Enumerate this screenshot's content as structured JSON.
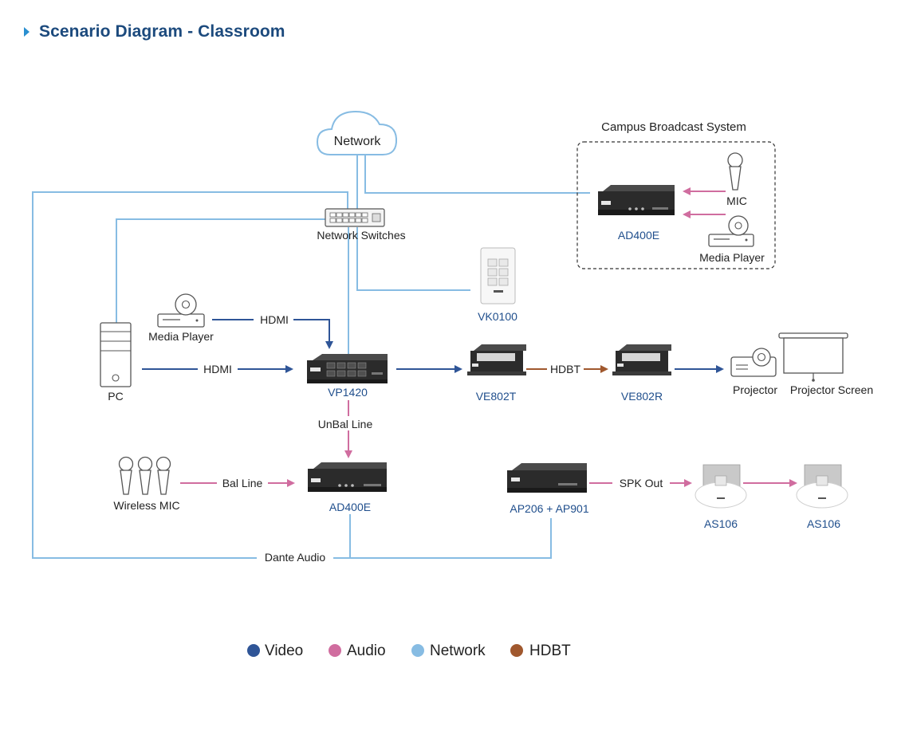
{
  "header": {
    "title": "Scenario Diagram - Classroom"
  },
  "colors": {
    "video": "#2f5597",
    "audio": "#d06d9f",
    "network": "#87bce3",
    "hdbt": "#a0582e",
    "device_label": "#1f4e8c",
    "text": "#222222"
  },
  "nodes": {
    "network_cloud": "Network",
    "network_switches": "Network Switches",
    "campus_box_title": "Campus Broadcast System",
    "campus_mic": "MIC",
    "campus_ad400e": "AD400E",
    "campus_media_player": "Media Player",
    "vk0100": "VK0100",
    "media_player": "Media Player",
    "pc": "PC",
    "vp1420": "VP1420",
    "ve802t": "VE802T",
    "ve802r": "VE802R",
    "projector": "Projector",
    "projector_screen": "Projector Screen",
    "wireless_mic": "Wireless MIC",
    "ad400e": "AD400E",
    "ap206_ap901": "AP206 + AP901",
    "as106_a": "AS106",
    "as106_b": "AS106"
  },
  "connection_labels": {
    "hdmi_media": "HDMI",
    "hdmi_pc": "HDMI",
    "hdbt": "HDBT",
    "unbal_line": "UnBal Line",
    "bal_line": "Bal Line",
    "spk_out": "SPK Out",
    "dante_audio": "Dante Audio"
  },
  "legend": [
    {
      "label": "Video",
      "color": "#2f5597"
    },
    {
      "label": "Audio",
      "color": "#d06d9f"
    },
    {
      "label": "Network",
      "color": "#87bce3"
    },
    {
      "label": "HDBT",
      "color": "#a0582e"
    }
  ]
}
